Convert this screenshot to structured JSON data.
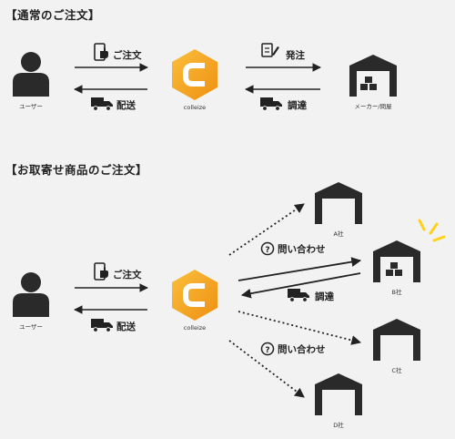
{
  "sections": {
    "normal": {
      "title": "【通常のご注文】",
      "user": "ユーザー",
      "brand": "colleize",
      "order": "ご注文",
      "delivery": "配送",
      "place_order": "発注",
      "procure": "調達",
      "supplier": "メーカー/問屋"
    },
    "special": {
      "title": "【お取寄せ商品のご注文】",
      "user": "ユーザー",
      "brand": "colleize",
      "order": "ご注文",
      "delivery": "配送",
      "inquiry_top": "問い合わせ",
      "inquiry_bottom": "問い合わせ",
      "procure": "調達",
      "company_a": "A社",
      "company_b": "B社",
      "company_c": "C社",
      "company_d": "D社"
    }
  },
  "colors": {
    "accent": "#f5a623",
    "accent_dark": "#e58c0c",
    "highlight": "#ffd21a",
    "ink": "#2a2a2a"
  },
  "icons": [
    "user-icon",
    "phone-tap-icon",
    "truck-icon",
    "clipboard-pen-icon",
    "warehouse-icon",
    "question-icon",
    "colleize-logo"
  ]
}
